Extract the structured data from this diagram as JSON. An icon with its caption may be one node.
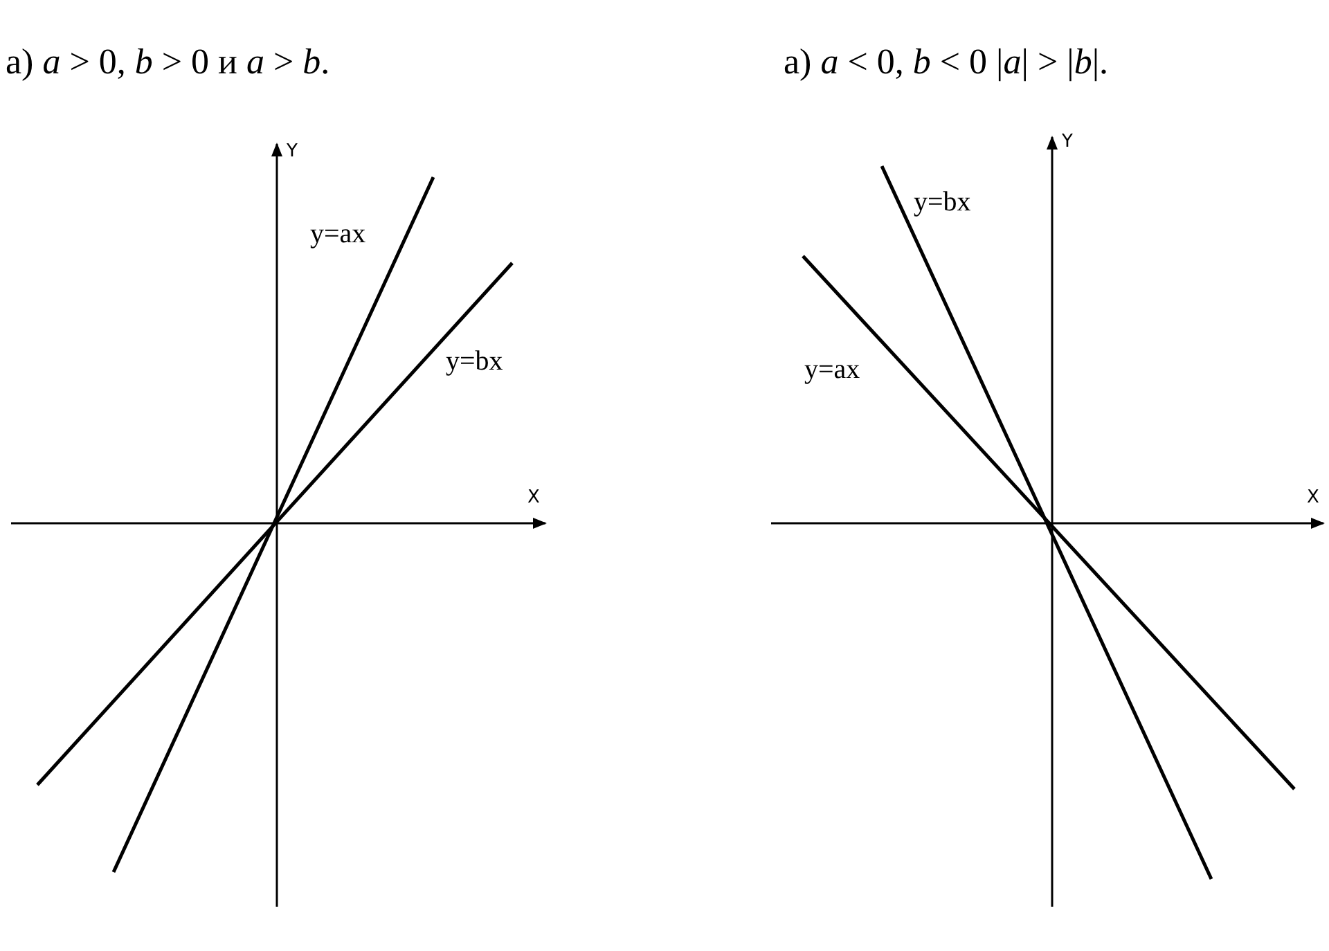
{
  "diagram": {
    "labels": [
      "а) *a* > 0,  *b* > 0  и  *a* > *b*.",
      "а) *a* < 0,  *b* < 0  |*a*| > |*b*|.",
      "Y",
      "y=ax",
      "y=bx",
      "X",
      "Y",
      "y=bx",
      "y=ax",
      "X"
    ]
  }
}
